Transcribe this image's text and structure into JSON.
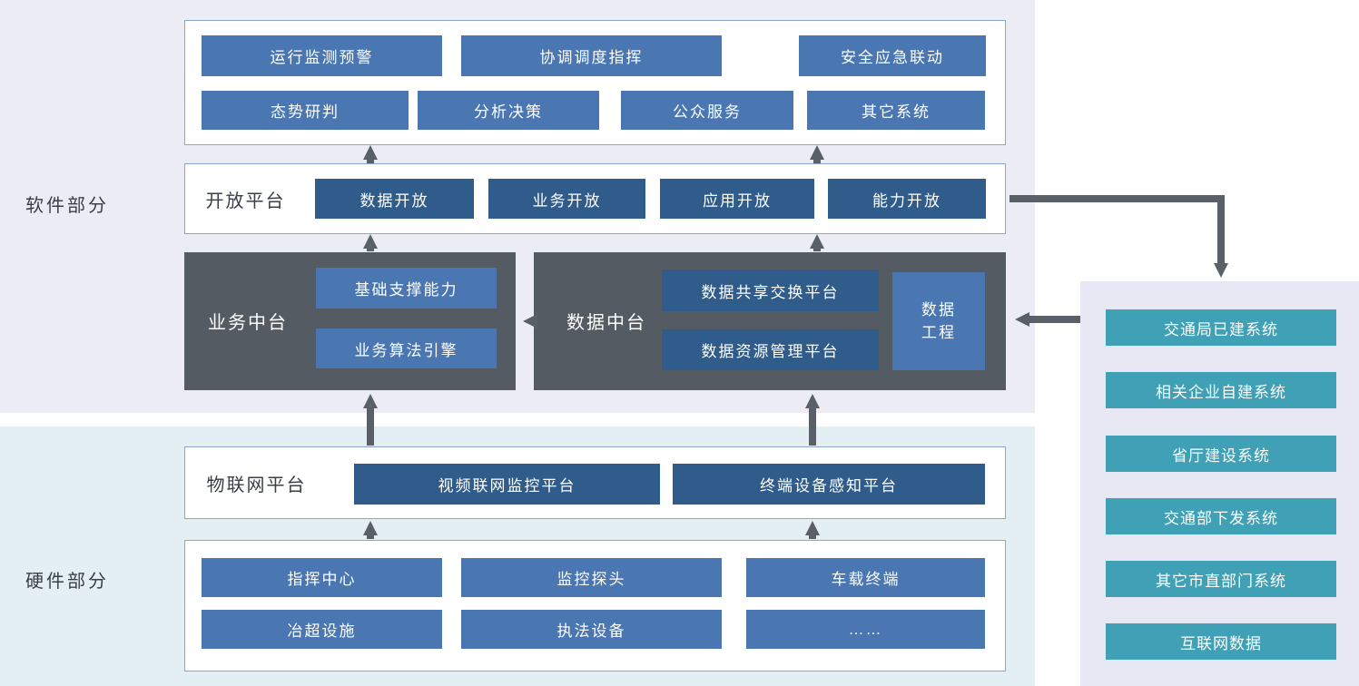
{
  "side_labels": {
    "software": "软件部分",
    "hardware": "硬件部分"
  },
  "app_layer": {
    "row1": [
      "运行监测预警",
      "协调调度指挥",
      "安全应急联动"
    ],
    "row2": [
      "态势研判",
      "分析决策",
      "公众服务",
      "其它系统"
    ]
  },
  "open_platform": {
    "title": "开放平台",
    "items": [
      "数据开放",
      "业务开放",
      "应用开放",
      "能力开放"
    ]
  },
  "business_platform": {
    "title": "业务中台",
    "items": [
      "基础支撑能力",
      "业务算法引擎"
    ]
  },
  "data_platform": {
    "title": "数据中台",
    "items": [
      "数据共享交换平台",
      "数据资源管理平台"
    ],
    "side_item": "数据\n工程"
  },
  "iot_platform": {
    "title": "物联网平台",
    "items": [
      "视频联网监控平台",
      "终端设备感知平台"
    ]
  },
  "hardware_layer": {
    "row1": [
      "指挥中心",
      "监控探头",
      "车载终端"
    ],
    "row2": [
      "冶超设施",
      "执法设备",
      "……"
    ]
  },
  "external_systems": [
    "交通局已建系统",
    "相关企业自建系统",
    "省厅建设系统",
    "交通部下发系统",
    "其它市直部门系统",
    "互联网数据"
  ],
  "colors": {
    "button_medium_blue": "#4a77b2",
    "button_dark_blue": "#2f5c8a",
    "button_teal": "#3fa0b6",
    "container_gray": "#555b63",
    "band_software": "#ececf4",
    "band_hardware": "#e4eff3",
    "panel_right": "#e8e8f4",
    "arrow_gray": "#596068",
    "box_border": "#8aa7d0"
  }
}
